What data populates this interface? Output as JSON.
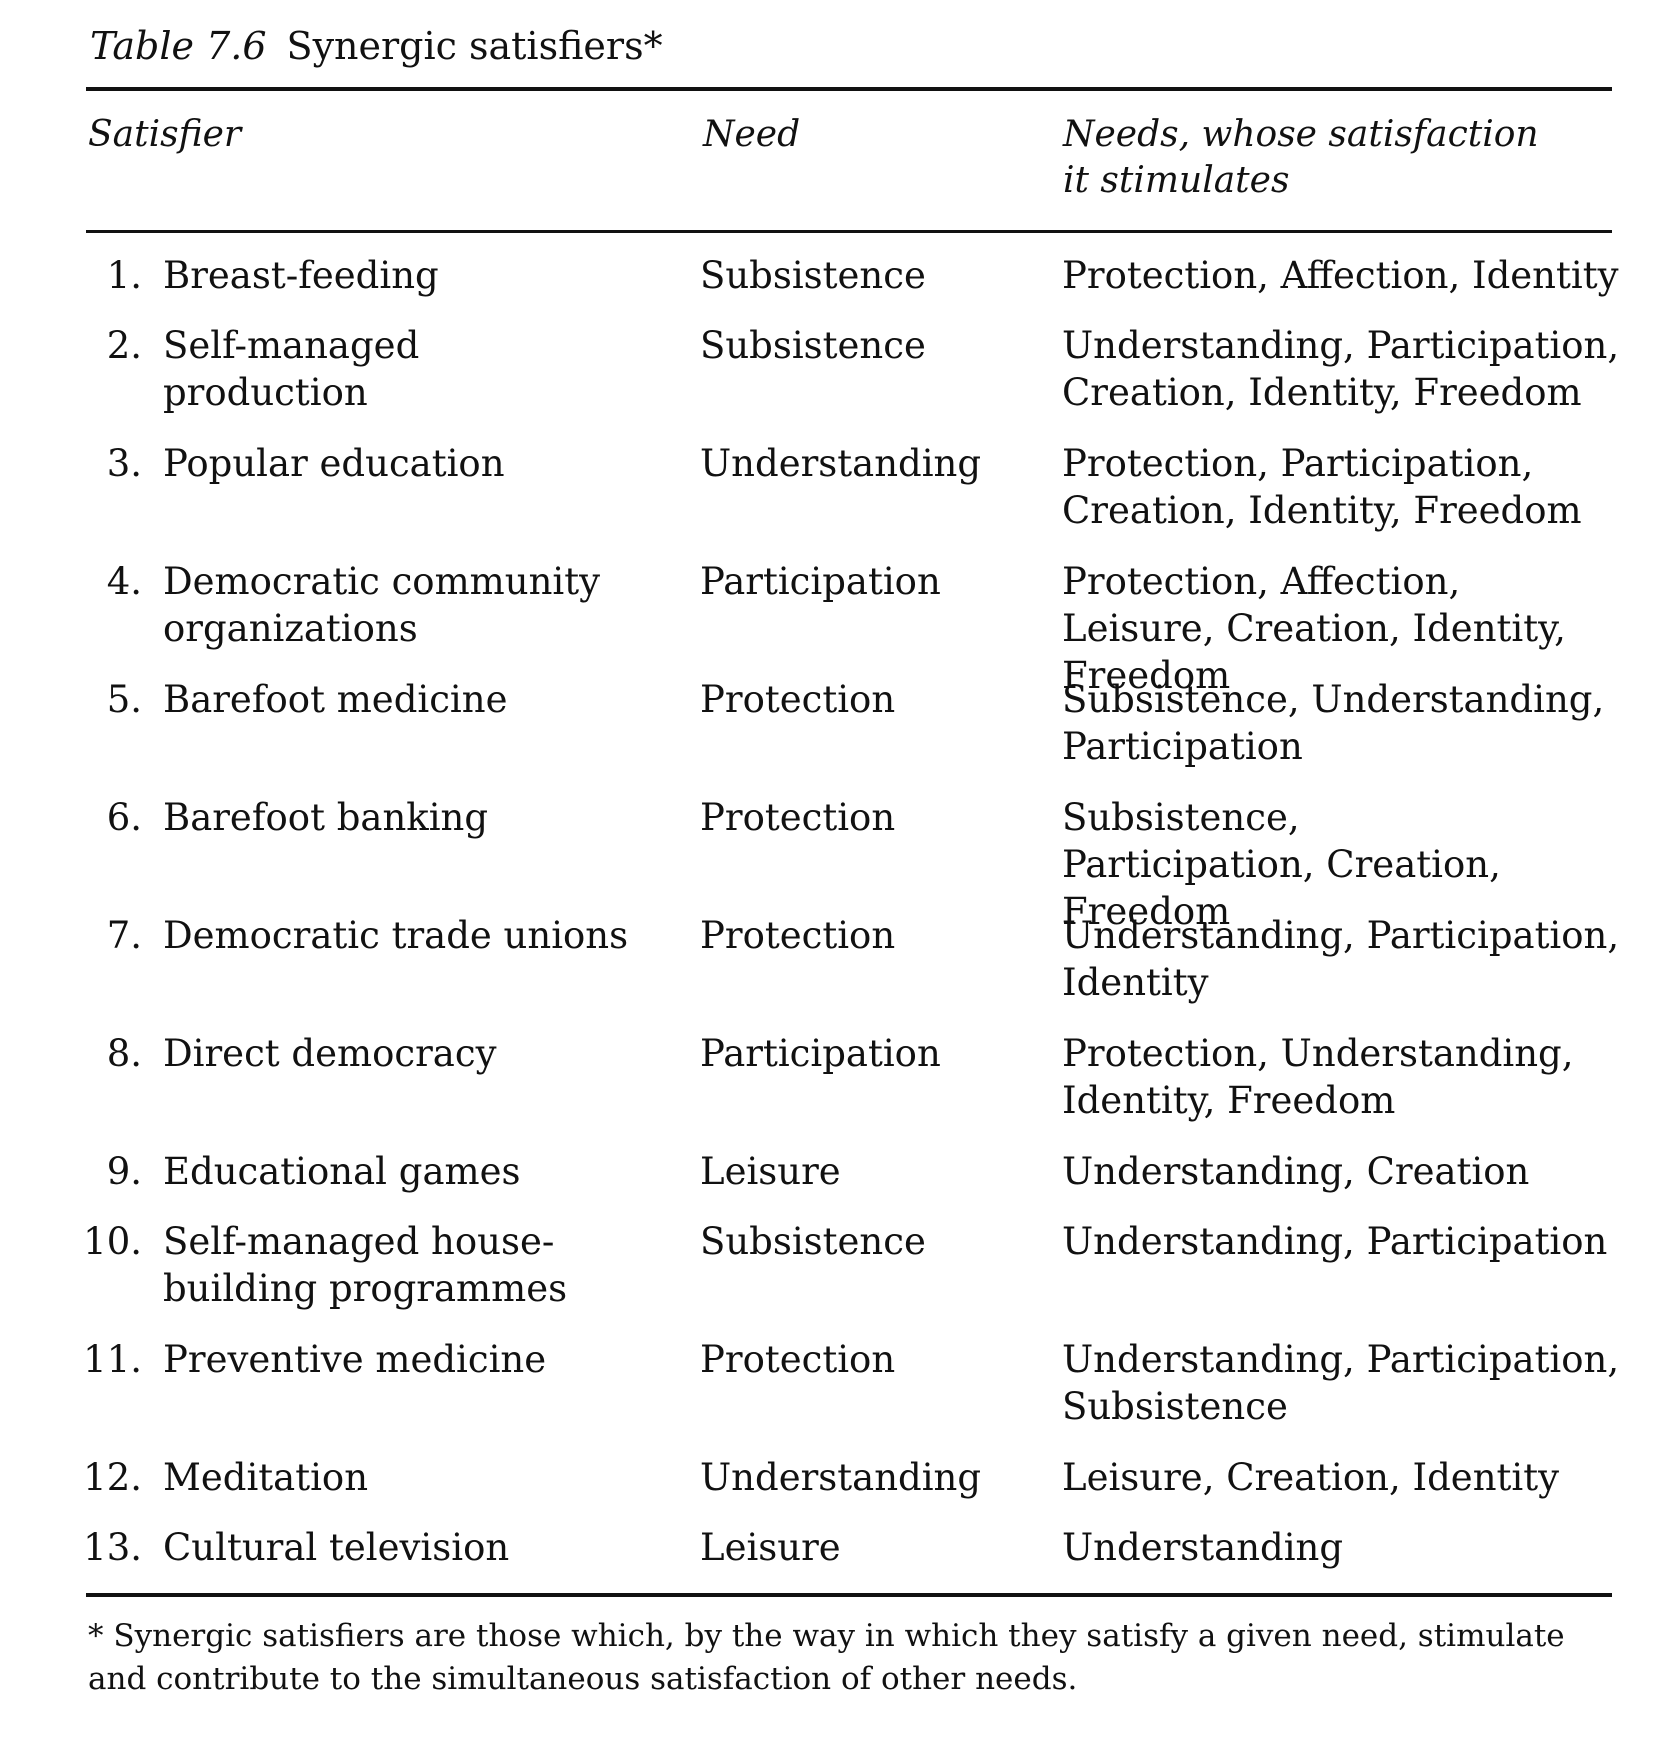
{
  "table": {
    "label": "Table 7.6",
    "title": "Synergic satisfiers*",
    "headers": {
      "satisfier": "Satisfier",
      "need": "Need",
      "stimulated_line1": "Needs, whose satisfaction",
      "stimulated_line2": "it stimulates"
    },
    "rows": [
      {
        "num": "1.",
        "satisfier": "Breast-feeding",
        "need": "Subsistence",
        "stimulated": "Protection, Affection, Identity"
      },
      {
        "num": "2.",
        "satisfier": "Self-managed production",
        "need": "Subsistence",
        "stimulated": "Understanding, Participation, Creation, Identity, Freedom"
      },
      {
        "num": "3.",
        "satisfier": "Popular education",
        "need": "Understanding",
        "stimulated": "Protection, Participation, Creation, Identity, Freedom"
      },
      {
        "num": "4.",
        "satisfier": "Democratic community organizations",
        "need": "Participation",
        "stimulated": "Protection, Affection, Leisure, Creation, Identity, Freedom"
      },
      {
        "num": "5.",
        "satisfier": "Barefoot medicine",
        "need": "Protection",
        "stimulated": "Subsistence, Understanding, Participation"
      },
      {
        "num": "6.",
        "satisfier": "Barefoot banking",
        "need": "Protection",
        "stimulated": "Subsistence, Participation, Creation, Freedom"
      },
      {
        "num": "7.",
        "satisfier": "Democratic trade unions",
        "need": "Protection",
        "stimulated": "Understanding, Participation, Identity"
      },
      {
        "num": "8.",
        "satisfier": "Direct democracy",
        "need": "Participation",
        "stimulated": "Protection, Understanding, Identity, Freedom"
      },
      {
        "num": "9.",
        "satisfier": "Educational games",
        "need": "Leisure",
        "stimulated": "Understanding, Creation"
      },
      {
        "num": "10.",
        "satisfier": "Self-managed house-building programmes",
        "need": "Subsistence",
        "stimulated": "Understanding, Participation"
      },
      {
        "num": "11.",
        "satisfier": "Preventive medicine",
        "need": "Protection",
        "stimulated": "Understanding, Participation, Subsistence"
      },
      {
        "num": "12.",
        "satisfier": "Meditation",
        "need": "Understanding",
        "stimulated": "Leisure, Creation, Identity"
      },
      {
        "num": "13.",
        "satisfier": "Cultural television",
        "need": "Leisure",
        "stimulated": "Understanding"
      }
    ],
    "footnote": "* Synergic satisfiers are those which, by the way in which they satisfy a given need, stimulate and contribute to the simultaneous satisfaction of other needs."
  }
}
